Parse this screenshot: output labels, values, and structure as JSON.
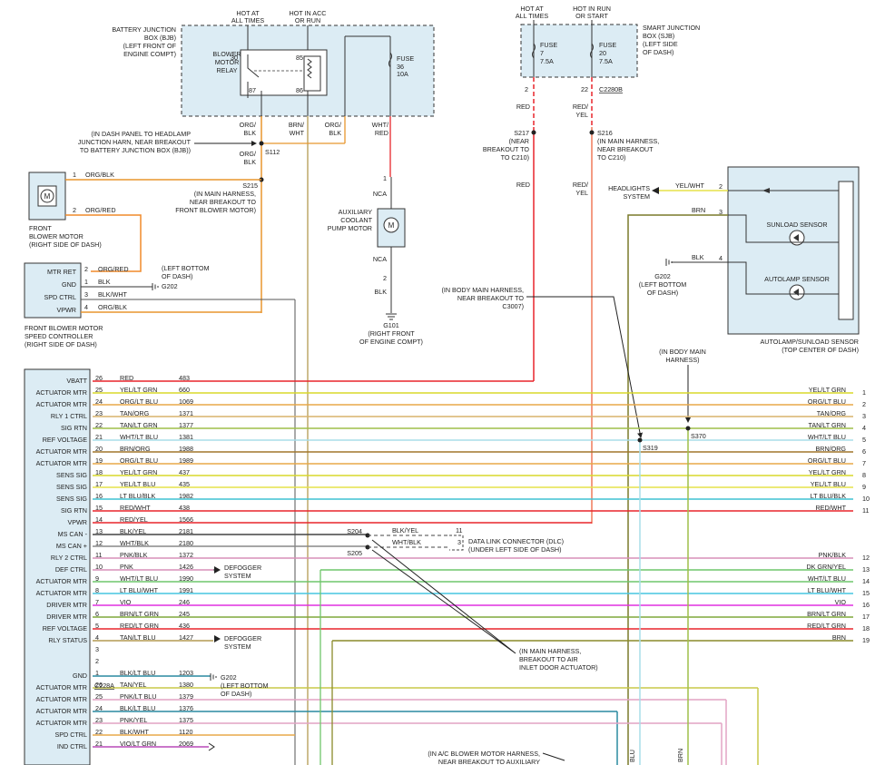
{
  "bjb": {
    "title": [
      "BATTERY JUNCTION",
      "BOX (BJB)",
      "(LEFT FRONT OF",
      "ENGINE COMPT)"
    ],
    "hot_at_all_times": [
      "HOT AT",
      "ALL TIMES"
    ],
    "hot_in_acc": [
      "HOT IN ACC",
      "OR RUN"
    ],
    "relay": [
      "BLOWER",
      "MOTOR",
      "RELAY"
    ],
    "relay_pins": [
      "30",
      "85",
      "87",
      "86"
    ],
    "fuse": [
      "FUSE",
      "36",
      "10A"
    ]
  },
  "sjb": {
    "title": [
      "SMART JUNCTION",
      "BOX (SJB)",
      "(LEFT SIDE",
      "OF DASH)"
    ],
    "hot_at_all_times": [
      "HOT AT",
      "ALL TIMES"
    ],
    "hot_in_run": [
      "HOT IN RUN",
      "OR START"
    ],
    "fuse7": [
      "FUSE",
      "7",
      "7.5A"
    ],
    "fuse20": [
      "FUSE",
      "20",
      "7.5A"
    ],
    "pin2": "2",
    "pin22": "22",
    "connector": "C2280B"
  },
  "wires_top": {
    "org_blk_1": [
      "ORG/",
      "BLK"
    ],
    "brn_wht": [
      "BRN/",
      "WHT"
    ],
    "org_blk_2": [
      "ORG/",
      "BLK"
    ],
    "wht_red": [
      "WHT/",
      "RED"
    ],
    "org_blk_3": [
      "ORG/",
      "BLK"
    ],
    "red_1": "RED",
    "red_yel_1": [
      "RED/",
      "YEL"
    ],
    "red_2": "RED",
    "red_yel_2": [
      "RED/",
      "YEL"
    ]
  },
  "splices": {
    "in_dash": [
      "(IN DASH PANEL TO HEADLAMP",
      "JUNCTION HARN, NEAR BREAKOUT",
      "TO BATTERY JUNCTION BOX (BJB))"
    ],
    "s112": "S112",
    "s215": "S215",
    "s215_note": [
      "(IN MAIN HARNESS,",
      "NEAR BREAKOUT TO",
      "FRONT BLOWER MOTOR)"
    ],
    "s217": "S217",
    "s217_note": [
      "(NEAR",
      "BREAKOUT TO",
      "TO C210)"
    ],
    "s216": "S216",
    "s216_note": [
      "(IN MAIN HARNESS,",
      "NEAR BREAKOUT",
      "TO C210)"
    ],
    "body_main": [
      "(IN BODY MAIN HARNESS,",
      "NEAR BREAKOUT TO",
      "C3007)"
    ],
    "body_main2": [
      "(IN BODY MAIN",
      "HARNESS)"
    ],
    "s319": "S319",
    "s370": "S370",
    "s204": "S204",
    "s205": "S205",
    "main_air": [
      "(IN MAIN HARNESS,",
      "BREAKOUT TO AIR",
      "INLET DOOR ACTUATOR)"
    ],
    "ac_blower": [
      "(IN A/C BLOWER MOTOR HARNESS,",
      "NEAR BREAKOUT TO AUXILIARY"
    ]
  },
  "blower_motor": {
    "label": [
      "FRONT",
      "BLOWER MOTOR",
      "(RIGHT SIDE OF DASH)"
    ],
    "pin1": "1",
    "wire1": "ORG/BLK",
    "pin2": "2",
    "wire2": "ORG/RED"
  },
  "aux_pump": {
    "label": [
      "AUXILIARY",
      "COOLANT",
      "PUMP MOTOR"
    ],
    "nca_top": "NCA",
    "nca_bottom": "NCA",
    "pin1": "1",
    "pin2": "2",
    "wire": "BLK",
    "ground": "G101",
    "ground_note": [
      "(RIGHT FRONT",
      "OF ENGINE COMPT)"
    ]
  },
  "speed_controller": {
    "label": [
      "FRONT BLOWER MOTOR",
      "SPEED CONTROLLER",
      "(RIGHT SIDE OF DASH)"
    ],
    "pins": [
      {
        "name": "MTR RET",
        "pin": "2",
        "wire": "ORG/RED"
      },
      {
        "name": "GND",
        "pin": "1",
        "wire": "BLK"
      },
      {
        "name": "SPD CTRL",
        "pin": "3",
        "wire": "BLK/WHT"
      },
      {
        "name": "VPWR",
        "pin": "4",
        "wire": "ORG/BLK"
      }
    ],
    "ground": "G202",
    "ground_note": [
      "(LEFT BOTTOM",
      "OF DASH)"
    ]
  },
  "sunload": {
    "headlights": [
      "HEADLIGHTS",
      "SYSTEM"
    ],
    "wire_yel_wht": "YEL/WHT",
    "wire_brn": "BRN",
    "wire_blk": "BLK",
    "pins": [
      "2",
      "3",
      "4"
    ],
    "ground": "G202",
    "ground_note": [
      "(LEFT BOTTOM",
      "OF DASH)"
    ],
    "sunload_sensor": "SUNLOAD SENSOR",
    "autolamp_sensor": "AUTOLAMP SENSOR",
    "label": [
      "AUTOLAMP/SUNLOAD SENSOR",
      "(TOP CENTER OF DASH)"
    ]
  },
  "module_rows": [
    {
      "name": "VBATT",
      "pin": "26",
      "wire": "RED",
      "circuit": "483",
      "right": "",
      "num": "",
      "color": "#e8252b"
    },
    {
      "name": "ACTUATOR MTR",
      "pin": "25",
      "wire": "YEL/LT GRN",
      "circuit": "660",
      "right": "YEL/LT GRN",
      "num": "1",
      "color": "#d8d82a"
    },
    {
      "name": "ACTUATOR MTR",
      "pin": "24",
      "wire": "ORG/LT BLU",
      "circuit": "1069",
      "right": "ORG/LT BLU",
      "num": "2",
      "color": "#e8a848"
    },
    {
      "name": "RLY 1 CTRL",
      "pin": "23",
      "wire": "TAN/ORG",
      "circuit": "1371",
      "right": "TAN/ORG",
      "num": "3",
      "color": "#d9b36c"
    },
    {
      "name": "SIG RTN",
      "pin": "22",
      "wire": "TAN/LT GRN",
      "circuit": "1377",
      "right": "TAN/LT GRN",
      "num": "4",
      "color": "#9fbf4a"
    },
    {
      "name": "REF VOLTAGE",
      "pin": "21",
      "wire": "WHT/LT BLU",
      "circuit": "1381",
      "right": "WHT/LT BLU",
      "num": "5",
      "color": "#a9dde8"
    },
    {
      "name": "ACTUATOR MTR",
      "pin": "20",
      "wire": "BRN/ORG",
      "circuit": "1988",
      "right": "BRN/ORG",
      "num": "6",
      "color": "#a0762c"
    },
    {
      "name": "ACTUATOR MTR",
      "pin": "19",
      "wire": "ORG/LT BLU",
      "circuit": "1989",
      "right": "ORG/LT BLU",
      "num": "7",
      "color": "#e8a848"
    },
    {
      "name": "SENS SIG",
      "pin": "18",
      "wire": "YEL/LT GRN",
      "circuit": "437",
      "right": "YEL/LT GRN",
      "num": "8",
      "color": "#d8d82a"
    },
    {
      "name": "SENS SIG",
      "pin": "17",
      "wire": "YEL/LT BLU",
      "circuit": "435",
      "right": "YEL/LT BLU",
      "num": "9",
      "color": "#e6e24a"
    },
    {
      "name": "SENS SIG",
      "pin": "16",
      "wire": "LT BLU/BLK",
      "circuit": "1982",
      "right": "LT BLU/BLK",
      "num": "10",
      "color": "#3fc2d2"
    },
    {
      "name": "SIG RTN",
      "pin": "15",
      "wire": "RED/WHT",
      "circuit": "438",
      "right": "RED/WHT",
      "num": "11",
      "color": "#e8252b"
    },
    {
      "name": "VPWR",
      "pin": "14",
      "wire": "RED/YEL",
      "circuit": "1566",
      "right": "",
      "num": "",
      "color": "#e8252b"
    },
    {
      "name": "MS CAN -",
      "pin": "13",
      "wire": "BLK/YEL",
      "circuit": "2181",
      "right": "",
      "num": "",
      "color": "#444"
    },
    {
      "name": "MS CAN +",
      "pin": "12",
      "wire": "WHT/BLK",
      "circuit": "2180",
      "right": "",
      "num": "",
      "color": "#888"
    },
    {
      "name": "RLY 2 CTRL",
      "pin": "11",
      "wire": "PNK/BLK",
      "circuit": "1372",
      "right": "PNK/BLK",
      "num": "12",
      "color": "#d78fb8"
    },
    {
      "name": "DEF CTRL",
      "pin": "10",
      "wire": "PNK",
      "circuit": "1426",
      "right": "DK GRN/YEL",
      "num": "13",
      "color": "#d78fb8"
    },
    {
      "name": "ACTUATOR MTR",
      "pin": "9",
      "wire": "WHT/LT BLU",
      "circuit": "1990",
      "right": "WHT/LT BLU",
      "num": "14",
      "color": "#6fc56b"
    },
    {
      "name": "ACTUATOR MTR",
      "pin": "8",
      "wire": "LT BLU/WHT",
      "circuit": "1991",
      "right": "LT BLU/WHT",
      "num": "15",
      "color": "#46c6e0"
    },
    {
      "name": "DRIVER MTR",
      "pin": "7",
      "wire": "VIO",
      "circuit": "246",
      "right": "VIO",
      "num": "16",
      "color": "#e030e0"
    },
    {
      "name": "DRIVER MTR",
      "pin": "6",
      "wire": "BRN/LT GRN",
      "circuit": "245",
      "right": "BRN/LT GRN",
      "num": "17",
      "color": "#7fa83a"
    },
    {
      "name": "REF VOLTAGE",
      "pin": "5",
      "wire": "RED/LT GRN",
      "circuit": "436",
      "right": "RED/LT GRN",
      "num": "18",
      "color": "#e8252b"
    },
    {
      "name": "RLY STATUS",
      "pin": "4",
      "wire": "TAN/LT BLU",
      "circuit": "1427",
      "right": "BRN",
      "num": "19",
      "color": "#b49a52"
    },
    {
      "name": "",
      "pin": "3",
      "wire": "",
      "circuit": "",
      "right": "",
      "num": "",
      "color": ""
    },
    {
      "name": "",
      "pin": "2",
      "wire": "",
      "circuit": "",
      "right": "",
      "num": "",
      "color": ""
    },
    {
      "name": "GND",
      "pin": "1",
      "wire": "BLK/LT BLU",
      "circuit": "1203",
      "right": "",
      "num": "",
      "color": "#2a8aa0"
    }
  ],
  "connector_c228a": "C228A",
  "defogger_1": [
    "DEFOGGER",
    "SYSTEM"
  ],
  "defogger_2": [
    "DEFOGGER",
    "SYSTEM"
  ],
  "gnd_g202": "G202",
  "gnd_g202_note": [
    "(LEFT BOTTOM",
    "OF DASH)"
  ],
  "dlc": {
    "pin11": "11",
    "pin3": "3",
    "wire_blk_yel": "BLK/YEL",
    "wire_wht_blk": "WHT/BLK",
    "label": [
      "DATA LINK CONNECTOR (DLC)",
      "(UNDER LEFT SIDE OF DASH)"
    ]
  },
  "module_rows_b": [
    {
      "name": "ACTUATOR MTR",
      "pin": "26",
      "wire": "TAN/YEL",
      "circuit": "1380",
      "color": "#c8c848"
    },
    {
      "name": "ACTUATOR MTR",
      "pin": "25",
      "wire": "PNK/LT BLU",
      "circuit": "1379",
      "color": "#e2a4c4"
    },
    {
      "name": "ACTUATOR MTR",
      "pin": "24",
      "wire": "BLK/LT BLU",
      "circuit": "1376",
      "color": "#2a8aa0"
    },
    {
      "name": "ACTUATOR MTR",
      "pin": "23",
      "wire": "PNK/YEL",
      "circuit": "1375",
      "color": "#e2a4c4"
    },
    {
      "name": "SPD CTRL",
      "pin": "22",
      "wire": "BLK/WHT",
      "circuit": "1120",
      "color": "#e8a848"
    },
    {
      "name": "IND CTRL",
      "pin": "21",
      "wire": "VIO/LT GRN",
      "circuit": "2069",
      "color": "#b84ab8"
    }
  ],
  "bottom_wire_labels": [
    "BLU",
    "BRN"
  ]
}
